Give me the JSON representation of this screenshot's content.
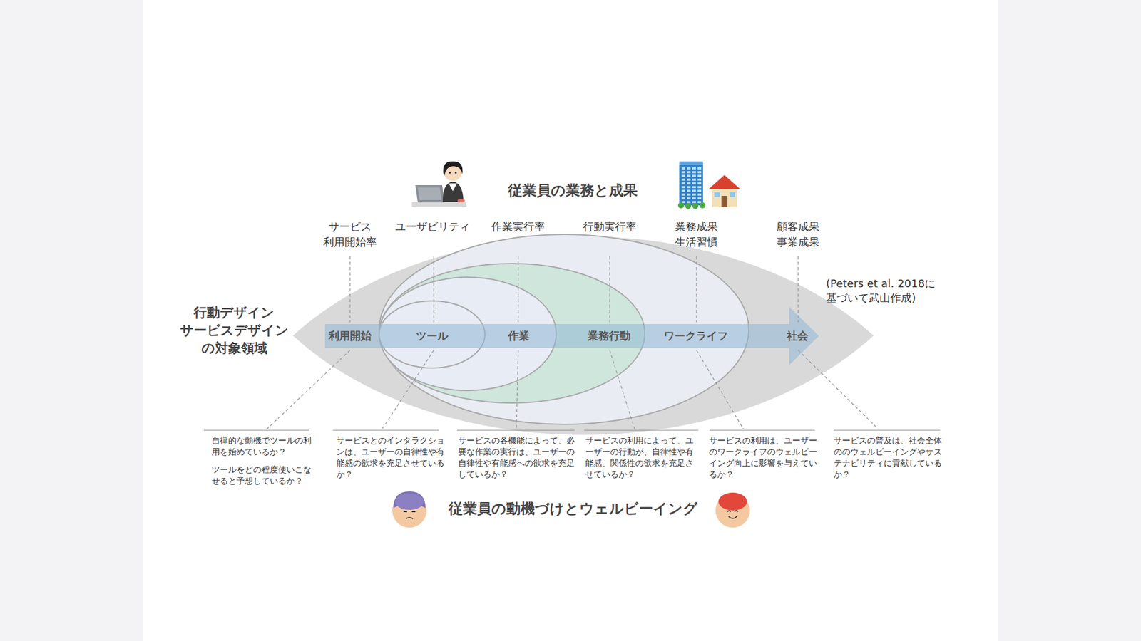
{
  "diagram": {
    "title": "従業員の業務と成果",
    "nodes": [
      {
        "text": [
          "社会"
        ]
      },
      {
        "text": [
          "ワークライフ"
        ],
        "in": 0
      },
      {
        "text": [
          "業務行動"
        ],
        "in": 1
      },
      {
        "text": [
          "作業"
        ],
        "in": 2
      },
      {
        "text": [
          "ツール"
        ],
        "in": 3
      }
    ],
    "labels": [
      "サービス 利用開始率",
      "ユーザビリティ",
      "作業実行率",
      "行動実行率",
      "業務成果 生活習慣",
      "顧客成果 事業成果",
      "(Peters et al. 2018に 基づいて武山作成)",
      "行動デザイン サービスデザイン の対象領域",
      "利用開始",
      "自律的な動機でツールの利用を始めているか？",
      "ツールをどの程度使いこなせると予想しているか？",
      "サービスとのインタラクションは、ユーザーの自律性や有能感の欲求を充足させているか？",
      "サービスの各機能によって、必要な作業の実行は、ユーザーの自律性や有能感への欲求を充足しているか？",
      "サービスの利用によって、ユーザーの行動が、自律性や有能感、関係性の欲求を充足させているか？",
      "サービスの利用は、ユーザーのワークライフのウェルビーイング向上に影響を与えているか？",
      "サービスの普及は、社会全体ののウェルビーイングやサステナビリティに貢献しているか？",
      "従業員の動機づけとウェルビーイング"
    ]
  }
}
